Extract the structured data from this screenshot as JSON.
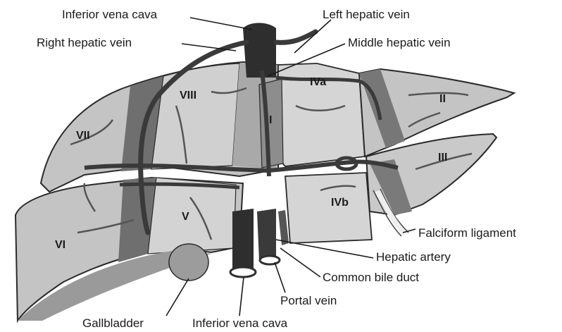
{
  "colors": {
    "segment_fill": "#c4c4c4",
    "segment_light": "#d9d9d9",
    "fissure": "#6f6f6f",
    "vessel": "#3a3a3a",
    "outline": "#2a2a2a"
  },
  "labels": {
    "ivc_top": "Inferior vena cava",
    "left_hepatic_vein": "Left hepatic vein",
    "right_hepatic_vein": "Right hepatic vein",
    "middle_hepatic_vein": "Middle hepatic vein",
    "falciform_ligament": "Falciform ligament",
    "hepatic_artery": "Hepatic artery",
    "common_bile_duct": "Common bile duct",
    "portal_vein": "Portal vein",
    "gallbladder": "Gallbladder",
    "ivc_bottom": "Inferior vena cava"
  },
  "segments": {
    "s1": "I",
    "s2": "II",
    "s3": "III",
    "s4a": "IVa",
    "s4b": "IVb",
    "s5": "V",
    "s6": "VI",
    "s7": "VII",
    "s8": "VIII"
  }
}
